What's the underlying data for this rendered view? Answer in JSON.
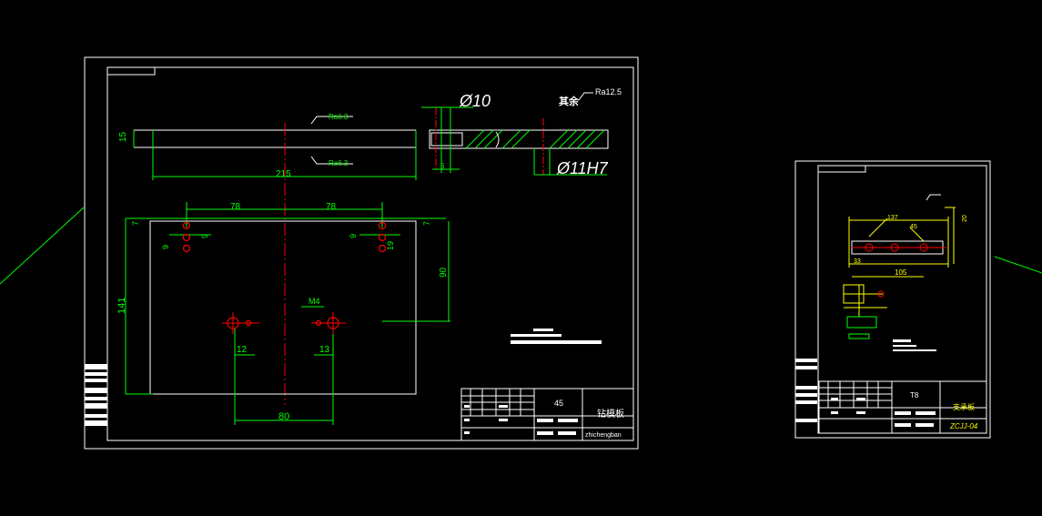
{
  "drawing1": {
    "dims": {
      "d15": "15",
      "d215": "215",
      "d78a": "78",
      "d78b": "78",
      "d7a": "7",
      "d7b": "7",
      "d9a": "9",
      "d9b": "9",
      "d9c": "9",
      "d19": "19",
      "d141": "141",
      "d90": "90",
      "d12": "12",
      "d13": "13",
      "dM4": "M4",
      "d80": "80",
      "d6": "6"
    },
    "roughness_top": "Ra6.3",
    "roughness_bottom": "Ra6.3",
    "roughness_rest": "Ra12.5",
    "rest_label": "其余",
    "dia10": "Ø10",
    "dia11": "Ø11H7",
    "material": "45",
    "part_name": "钻模板",
    "part_code": "zhichengban"
  },
  "drawing2": {
    "dims": {
      "d137": "137",
      "d105": "105",
      "d33": "33",
      "d45": "45",
      "d20": "20"
    },
    "material": "T8",
    "part_name": "支承板",
    "part_code": "ZCJJ-04"
  },
  "colors": {
    "background": "#000000",
    "frame": "#ffffff",
    "dimension": "#00ff00",
    "text": "#ffff00",
    "center": "#ff0000"
  }
}
